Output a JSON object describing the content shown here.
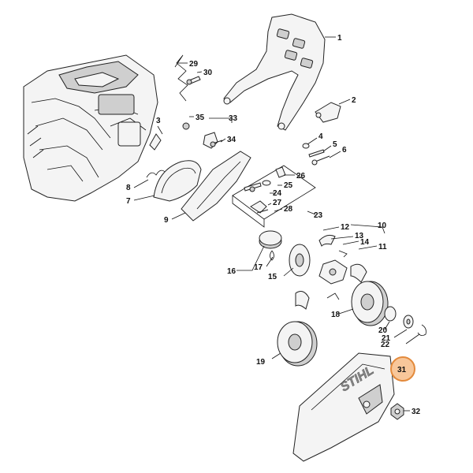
{
  "diagram": {
    "labels": [
      "1",
      "2",
      "3",
      "4",
      "5",
      "6",
      "7",
      "8",
      "9",
      "10",
      "11",
      "12",
      "13",
      "14",
      "15",
      "16",
      "17",
      "18",
      "19",
      "20",
      "21",
      "22",
      "23",
      "24",
      "25",
      "26",
      "27",
      "28",
      "29",
      "30",
      "31",
      "32",
      "33",
      "34",
      "35"
    ],
    "highlighted": "31",
    "brand": "STIHL"
  }
}
